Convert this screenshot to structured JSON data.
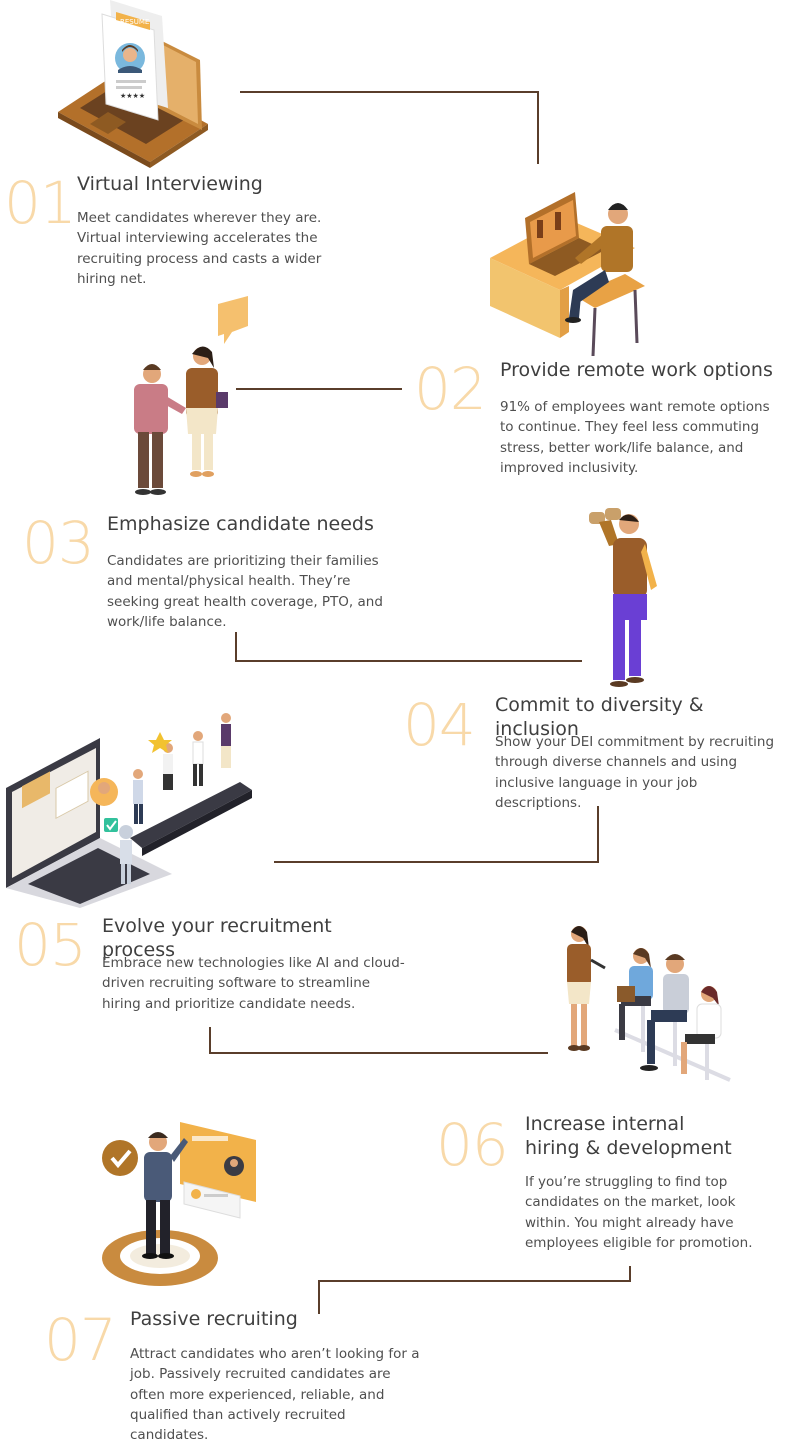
{
  "steps": [
    {
      "number": "01",
      "title": "Virtual Interviewing",
      "description": "Meet candidates wherever they are. Virtual interviewing accelerates the recruiting process and casts a wider hiring net."
    },
    {
      "number": "02",
      "title": "Provide remote work options",
      "description": "91% of employees want remote options to continue. They feel less commuting stress, better work/life balance, and improved inclusivity."
    },
    {
      "number": "03",
      "title": "Emphasize candidate needs",
      "description": "Candidates are prioritizing their families and mental/physical health. They’re seeking great health coverage, PTO, and work/life balance."
    },
    {
      "number": "04",
      "title": "Commit to diversity & inclusion",
      "description": "Show your DEI commitment by recruiting through diverse channels and using inclusive language in your job descriptions."
    },
    {
      "number": "05",
      "title": "Evolve your recruitment process",
      "description": "Embrace new technologies like AI and cloud-driven recruiting software to streamline hiring and prioritize candidate needs."
    },
    {
      "number": "06",
      "title": "Increase internal hiring & development",
      "description": "If you’re struggling to find top candidates on the market, look within. You might already have employees eligible for promotion."
    },
    {
      "number": "07",
      "title": "Passive recruiting",
      "description": "Attract candidates who aren’t looking for a job. Passively recruited candidates are often more experienced, reliable, and qualified than actively recruited candidates."
    }
  ],
  "illustrations": {
    "resume_label": "RESUME"
  },
  "colors": {
    "accent": "#f2b24a",
    "number": "#f8d9a9",
    "connector": "#5a3e2b",
    "brown": "#8a5a2b"
  }
}
